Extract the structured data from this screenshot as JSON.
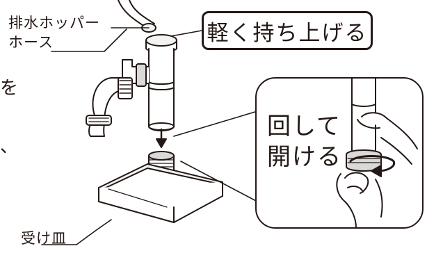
{
  "labels": {
    "hose_line1": "排水ホッパー",
    "hose_line2": "ホース",
    "callout": "軽く持ち上げる",
    "zoom_line1": "回して",
    "zoom_line2": "開ける",
    "tray": "受け皿",
    "edge_top": "を",
    "edge_bottom": "、"
  },
  "colors": {
    "ink": "#231815",
    "fill_light": "#f3f3f3",
    "fill_mid": "#d9d9d9",
    "fill_dark": "#9a9a9a"
  },
  "icons": {
    "arrow_down": "down-arrow-icon",
    "rotate_arrow": "rotate-arrow-icon"
  }
}
